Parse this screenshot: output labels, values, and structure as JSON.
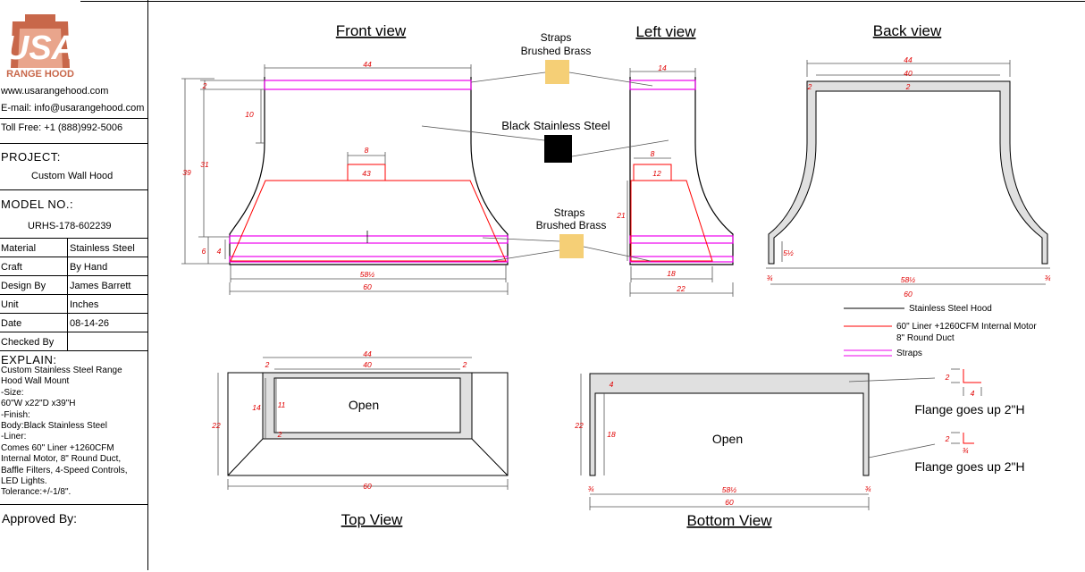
{
  "brand": {
    "logo_text": "USA",
    "logo_subtext": "RANGE HOOD",
    "colors": {
      "logo": "#c8674a",
      "dim": "#e00000",
      "liner": "#ff0000",
      "strap": "#ee00ee",
      "brass": "#f5cf76",
      "steel_black": "#000000",
      "steel_fill": "#e0e0e0"
    }
  },
  "contact": {
    "website": "www.usarangehood.com",
    "email": "E-mail: info@usarangehood.com",
    "phone": "Toll Free: +1 (888)992-5006"
  },
  "project": {
    "label": "PROJECT:",
    "value": "Custom Wall Hood"
  },
  "model": {
    "label": "MODEL NO.:",
    "value": "URHS-178-602239"
  },
  "specs": [
    {
      "key": "Material",
      "value": "Stainless Steel"
    },
    {
      "key": "Craft",
      "value": "By Hand"
    },
    {
      "key": "Design By",
      "value": "James Barrett"
    },
    {
      "key": "Unit",
      "value": "Inches"
    },
    {
      "key": "Date",
      "value": "08-14-26"
    },
    {
      "key": "Checked By",
      "value": ""
    }
  ],
  "explain": {
    "label": "EXPLAIN:",
    "text": "Custom Stainless Steel Range\nHood Wall Mount\n-Size:\n60\"W x22\"D x39\"H\n-Finish:\nBody:Black Stainless Steel\n-Liner:\nComes 60\" Liner +1260CFM\nInternal Motor, 8\" Round Duct,\nBaffle Filters, 4-Speed Controls,\nLED Lights.\nTolerance:+/-1/8\"."
  },
  "approved": {
    "label": "Approved By:"
  },
  "views": {
    "front": "Front view",
    "left": "Left view",
    "back": "Back view",
    "top": "Top View",
    "bottom": "Bottom View"
  },
  "materials": {
    "straps_top": [
      "Straps",
      "Brushed Brass"
    ],
    "body": "Black Stainless Steel",
    "straps_bottom": [
      "Straps",
      "Brushed Brass"
    ]
  },
  "legend": [
    {
      "label": "Stainless Steel Hood",
      "color": "#000000"
    },
    {
      "label": "60\" Liner +1260CFM Internal Motor",
      "label2": "8\" Round Duct",
      "color": "#ff0000"
    },
    {
      "label": "Straps",
      "color": "#ee00ee"
    }
  ],
  "open_labels": {
    "top": "Open",
    "bottom": "Open"
  },
  "flange": {
    "note1": "Flange goes up 2\"H",
    "note2": "Flange goes up 2\"H"
  },
  "dims": {
    "front": {
      "width_top": "44",
      "strap_h": "2",
      "upper_h": "10",
      "total_h": "39",
      "lower_h": "31",
      "duct_w": "8",
      "liner_top": "43",
      "strap_bottom_h": "6",
      "band_h": "4",
      "liner_w": "58½",
      "total_w": "60"
    },
    "left": {
      "top_w": "14",
      "duct_w": "8",
      "liner_top": "12",
      "liner_h": "21",
      "liner_w": "18",
      "total_w": "22"
    },
    "back": {
      "top_w": "44",
      "inner_w": "40",
      "wall_l": "2",
      "wall_c": "2",
      "flange_h": "5½",
      "liner_w": "58½",
      "total_w": "60",
      "edge_l": "¾",
      "edge_r": "¾"
    },
    "top": {
      "top_w": "44",
      "inner_w": "40",
      "wall_l": "2",
      "wall_r": "2",
      "depth": "22",
      "inner_h": "14",
      "opening_h": "11",
      "wall_b": "2",
      "total_w": "60"
    },
    "bottom": {
      "depth": "22",
      "opening_h": "18",
      "wall": "4",
      "inner_w": "58½",
      "total_w": "60",
      "edge_l": "¾",
      "edge_r": "¾"
    },
    "flange": {
      "a1": "2",
      "a2": "4",
      "b1": "2",
      "b2": "¾"
    }
  }
}
